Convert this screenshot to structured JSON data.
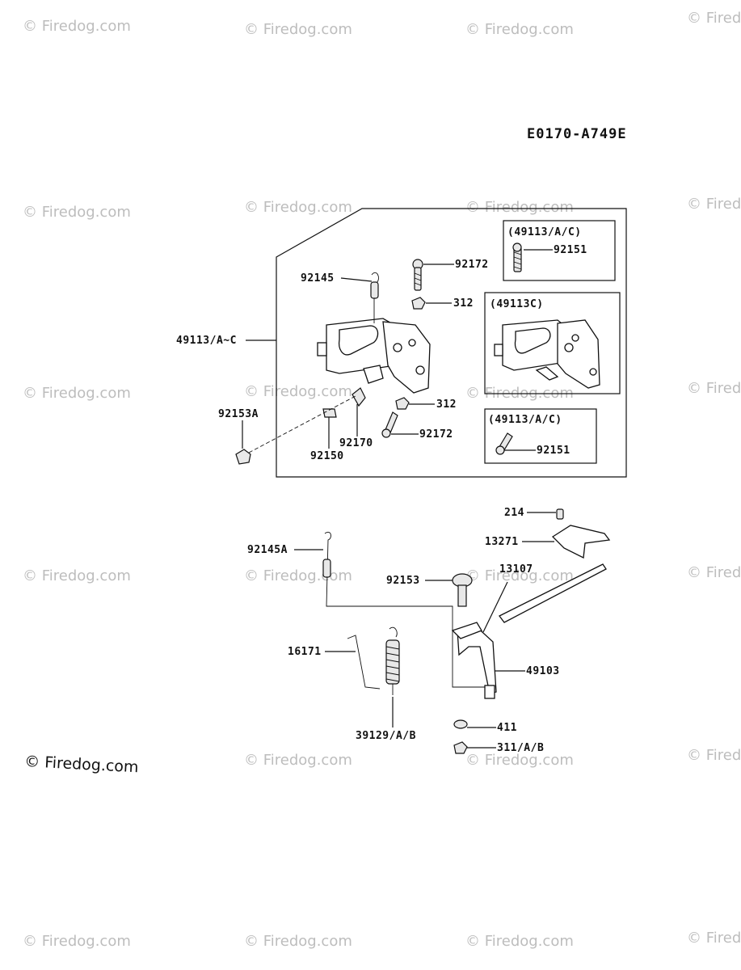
{
  "diagram_code": "E0170-A749E",
  "watermark": "© Firedog.com",
  "watermark_main": "© Firedog.com",
  "part_labels": {
    "p92172_top": "92172",
    "p92145": "92145",
    "p312_top": "312",
    "p49113": "49113/A~C",
    "p312_bot": "312",
    "p92153A": "92153A",
    "p92172_bot": "92172",
    "p92170": "92170",
    "p92150": "92150",
    "p214": "214",
    "p13271": "13271",
    "p92145A": "92145A",
    "p13107": "13107",
    "p92153": "92153",
    "p16171": "16171",
    "p49103": "49103",
    "p411": "411",
    "p39129": "39129/A/B",
    "p311": "311/A/B"
  },
  "insets": {
    "inset1_title": "(49113/A/C)",
    "inset1_part": "92151",
    "inset2_title": "(49113C)",
    "inset3_title": "(49113/A/C)",
    "inset3_part": "92151"
  }
}
